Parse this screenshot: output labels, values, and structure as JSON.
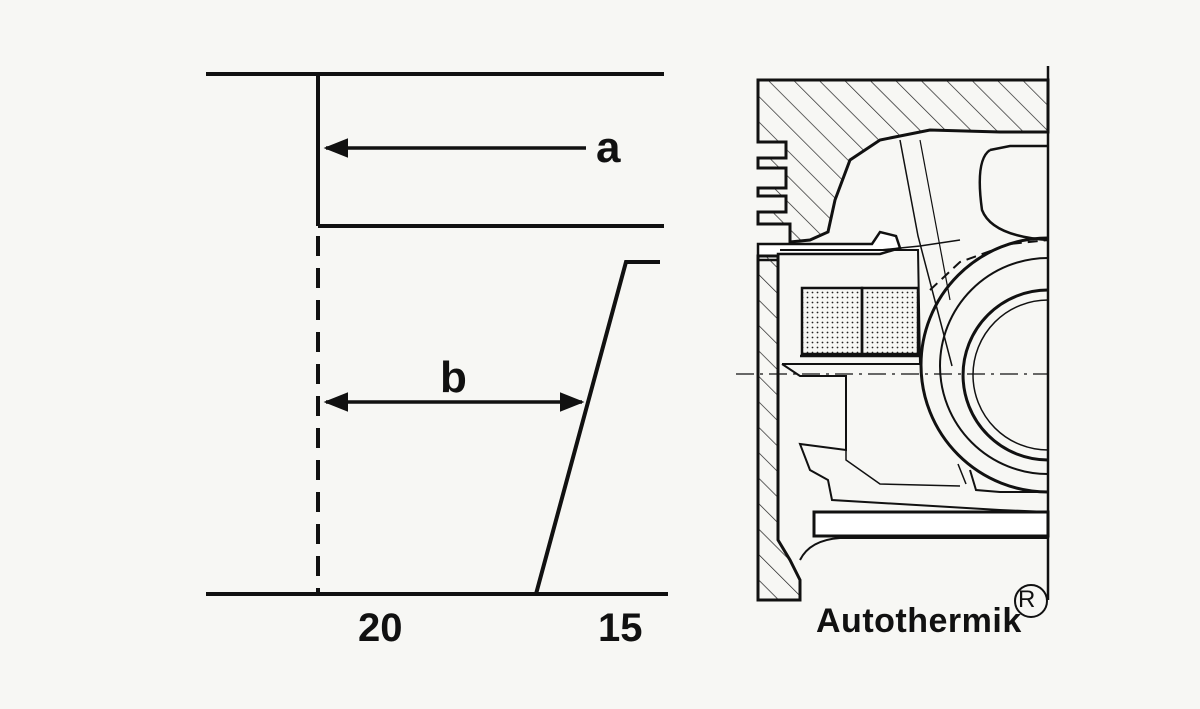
{
  "labels": {
    "a": "a",
    "b": "b",
    "left_scale": "20",
    "right_scale": "15",
    "brand": "Autothermik",
    "registered": "R"
  },
  "colors": {
    "ink": "#111111",
    "paper": "#f7f7f4"
  },
  "icons": {
    "registered_mark": "registered-trademark-icon"
  }
}
